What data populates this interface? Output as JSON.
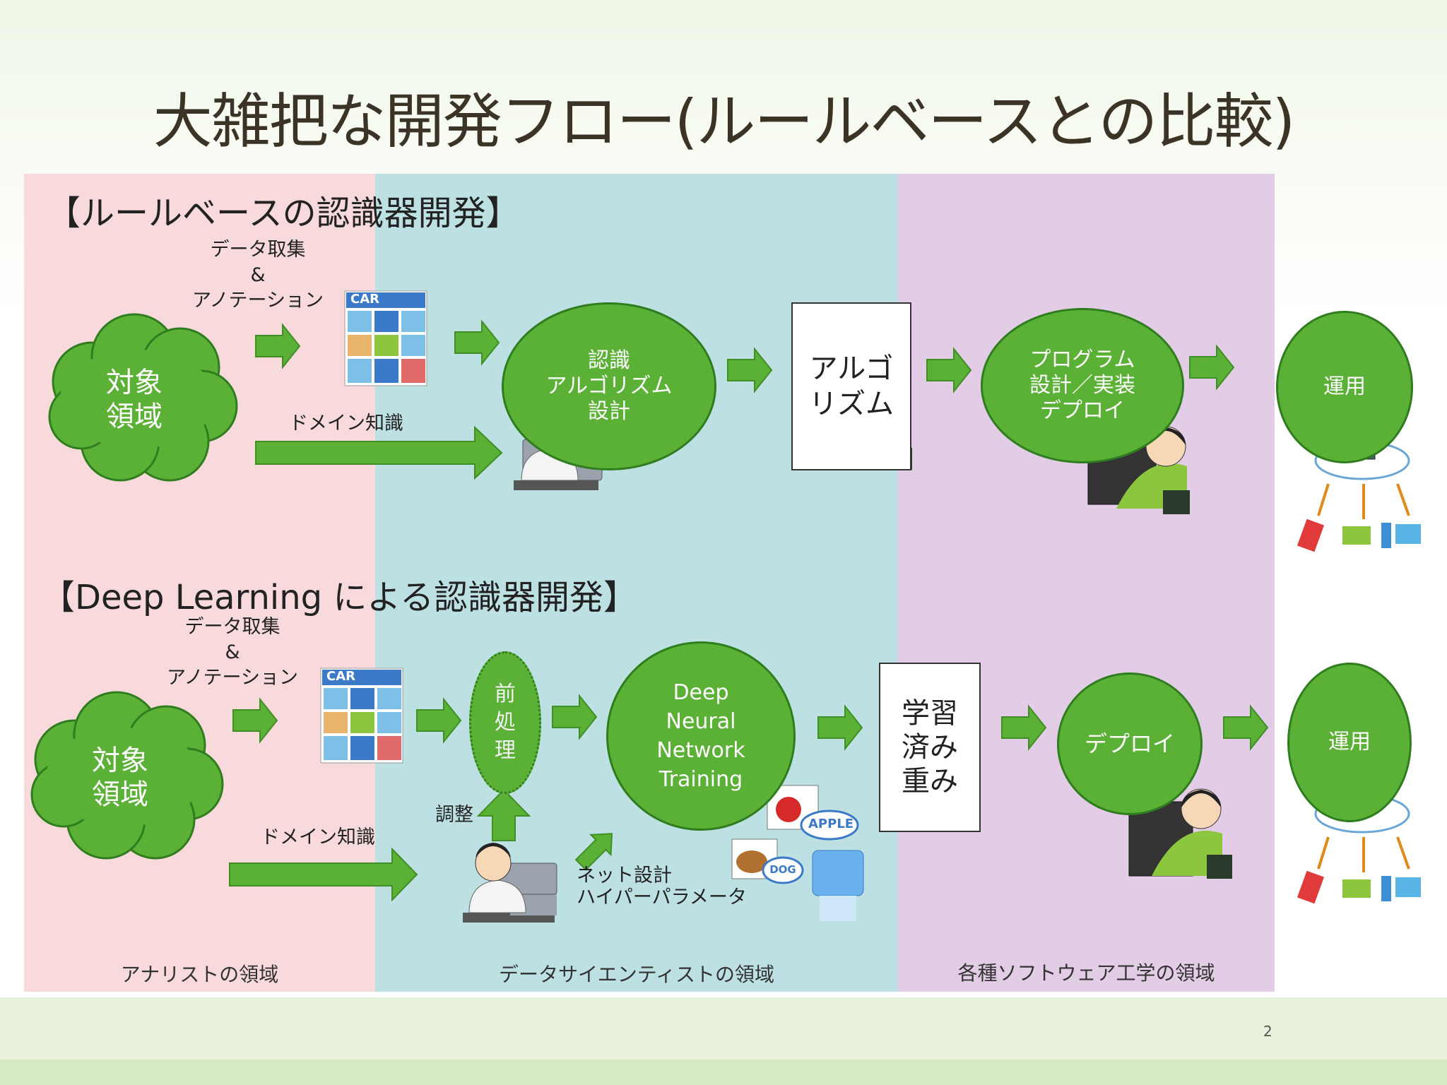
{
  "title": "大雑把な開発フロー(ルールベースとの比較)",
  "page_number": "2",
  "zones": {
    "analyst": "アナリストの領域",
    "data_scientist": "データサイエンティストの領域",
    "software": "各種ソフトウェア工学の領域"
  },
  "rule_based": {
    "heading": "【ルールベースの認識器開発】",
    "collect_label": "データ取集\n&\nアノテーション",
    "domain_knowledge": "ドメイン知識",
    "target": "対象\n領域",
    "design": "認識\nアルゴリズム\n設計",
    "algorithm": "アルゴ\nリズム",
    "program": "プログラム\n設計／実装\nデプロイ",
    "operation": "運用"
  },
  "deep_learning": {
    "heading": "【Deep Learning による認識器開発】",
    "collect_label": "データ取集\n&\nアノテーション",
    "domain_knowledge": "ドメイン知識",
    "target": "対象\n領域",
    "preprocess": "前\n処\n理",
    "adjust": "調整",
    "training": "Deep\nNeural\nNetwork\nTraining",
    "net_design": "ネット設計\nハイパーパラメータ",
    "weights": "学習\n済み\n重み",
    "deploy": "デプロイ",
    "operation": "運用"
  },
  "icons": {
    "car_label": "CAR",
    "apple_label": "APPLE",
    "dog_label": "DOG"
  },
  "colors": {
    "green": "#5bb136",
    "analyst_zone": "#f8dadc",
    "scientist_zone": "#bde1e3",
    "software_zone": "#e3cde6"
  }
}
